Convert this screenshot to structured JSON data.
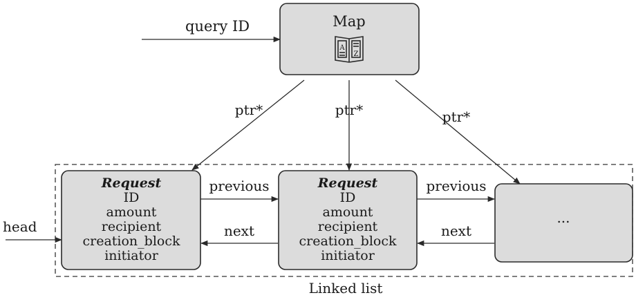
{
  "query_label": "query ID",
  "head_label": "head",
  "map": {
    "title": "Map",
    "icon": "dictionary-book-icon",
    "icon_letters": [
      "A",
      "Z"
    ]
  },
  "ptr_label": "ptr*",
  "request_nodes": [
    {
      "title": "Request",
      "fields": [
        "ID",
        "amount",
        "recipient",
        "creation_block",
        "initiator"
      ]
    },
    {
      "title": "Request",
      "fields": [
        "ID",
        "amount",
        "recipient",
        "creation_block",
        "initiator"
      ]
    }
  ],
  "ellipsis_node": "...",
  "previous_label": "previous",
  "next_label": "next",
  "container_label": "Linked list"
}
